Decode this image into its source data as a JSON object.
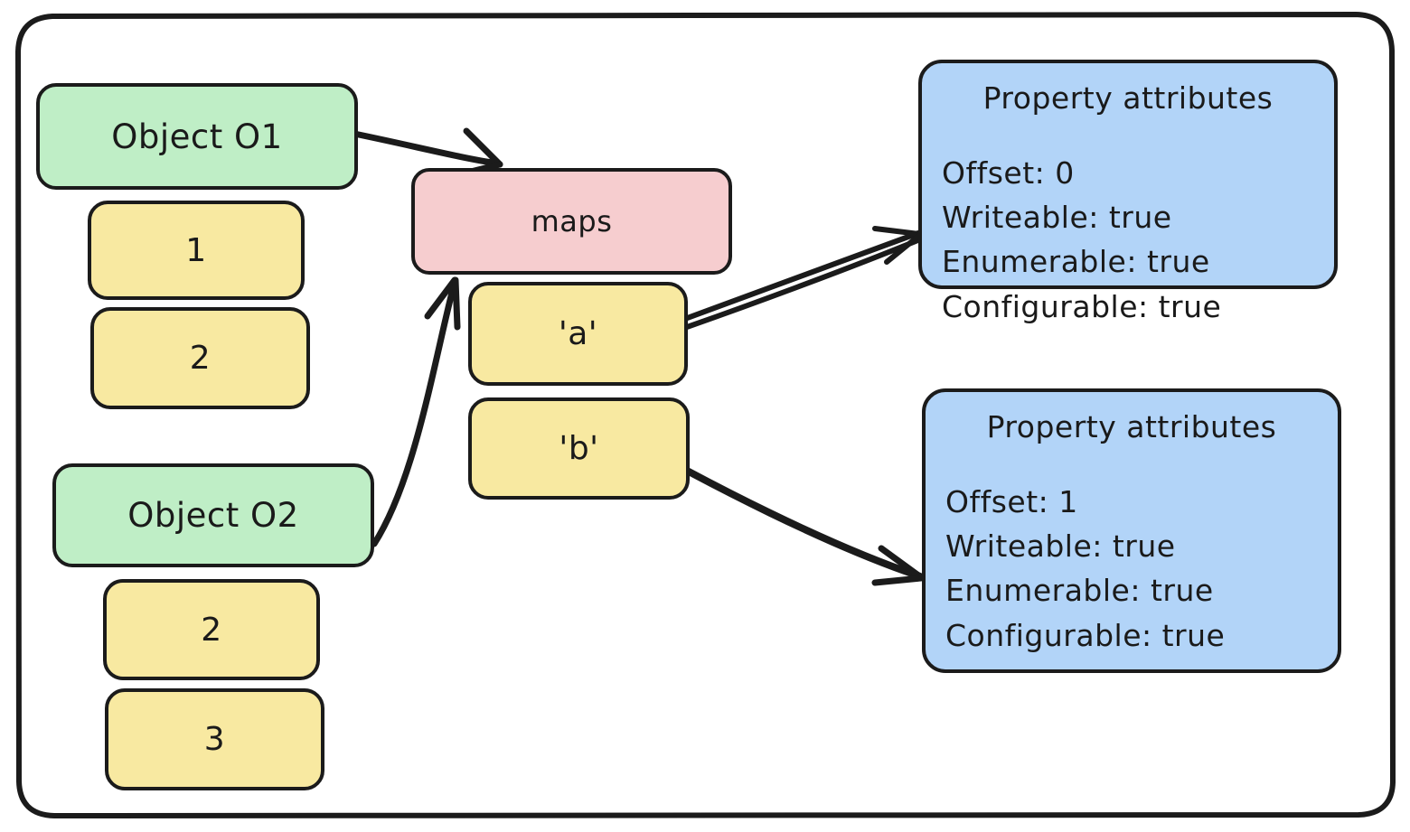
{
  "diagram": {
    "title_visible": false,
    "colors": {
      "green": "#bfeec6",
      "yellow": "#f8e9a1",
      "pink": "#f6cdcf",
      "blue": "#b2d4f8",
      "stroke": "#1b1b1b",
      "background": "#ffffff"
    }
  },
  "objects": [
    {
      "label": "Object O1",
      "slots": [
        "1",
        "2"
      ]
    },
    {
      "label": "Object O2",
      "slots": [
        "2",
        "3"
      ]
    }
  ],
  "maps": {
    "label": "maps",
    "keys": [
      "'a'",
      "'b'"
    ]
  },
  "property_attributes": [
    {
      "title": "Property attributes",
      "lines": [
        "Offset: 0",
        "Writeable: true",
        "Enumerable: true",
        "Configurable: true"
      ]
    },
    {
      "title": "Property attributes",
      "lines": [
        "Offset: 1",
        "Writeable: true",
        "Enumerable: true",
        "Configurable: true"
      ]
    }
  ],
  "edges": [
    {
      "from": "Object O1",
      "to": "maps"
    },
    {
      "from": "Object O2",
      "to": "maps"
    },
    {
      "from": "'a'",
      "to": "Property attributes (Offset: 0)"
    },
    {
      "from": "'b'",
      "to": "Property attributes (Offset: 1)"
    }
  ]
}
